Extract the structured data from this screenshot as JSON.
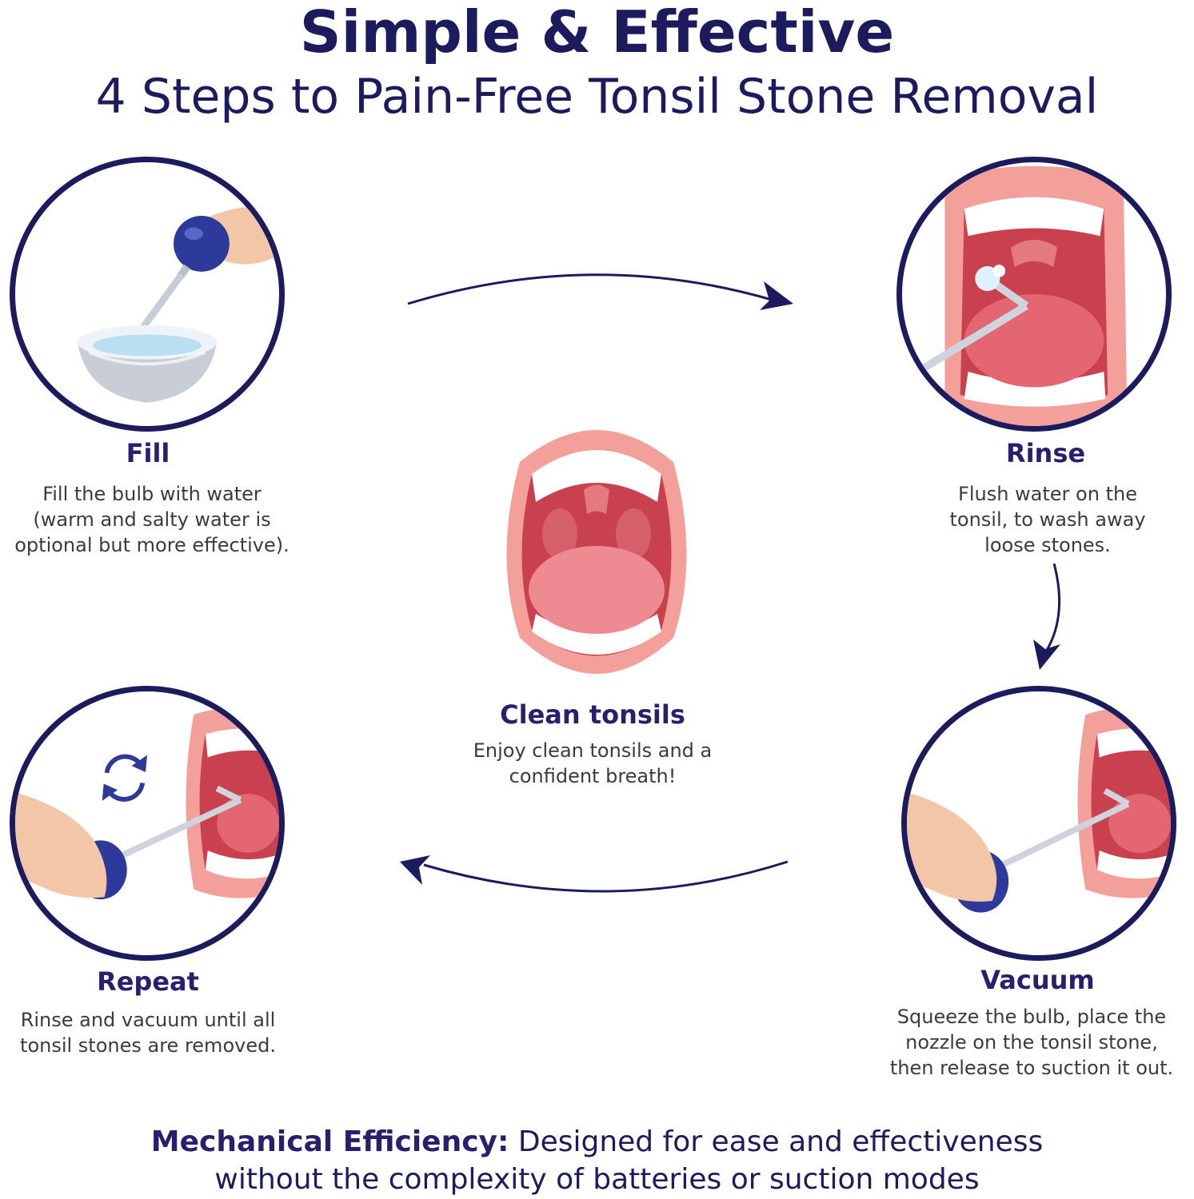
{
  "header": {
    "title": "Simple & Effective",
    "subtitle": "4 Steps to Pain-Free Tonsil Stone Removal"
  },
  "steps": [
    {
      "title": "Fill",
      "lines": [
        "Fill the bulb with water",
        "(warm and salty water is",
        "optional but more effective)."
      ]
    },
    {
      "title": "Rinse",
      "lines": [
        "Flush water on the",
        "tonsil, to wash away",
        "loose stones."
      ]
    },
    {
      "title": "Vacuum",
      "lines": [
        "Squeeze the bulb, place the",
        "nozzle on the tonsil stone,",
        "then release to suction it out."
      ]
    },
    {
      "title": "Repeat",
      "lines": [
        "Rinse and vacuum until all",
        "tonsil stones are removed."
      ]
    }
  ],
  "center": {
    "title": "Clean tonsils",
    "lines": [
      "Enjoy clean tonsils and a",
      "confident breath!"
    ]
  },
  "footer": {
    "bold": "Mechanical Efficiency:",
    "line1_rest": " Designed for ease and effectiveness",
    "line2": "without the complexity of batteries or suction modes"
  },
  "colors": {
    "navy": "#1b1b5e",
    "title_purple": "#2a1f6e",
    "lip_pink": "#f3a09a",
    "mouth_red": "#c9404e",
    "bulb_blue": "#2e3a9a"
  },
  "icons": [
    "cycle-arrows-icon",
    "arrow-right-icon",
    "arrow-down-icon",
    "arrow-left-icon"
  ]
}
